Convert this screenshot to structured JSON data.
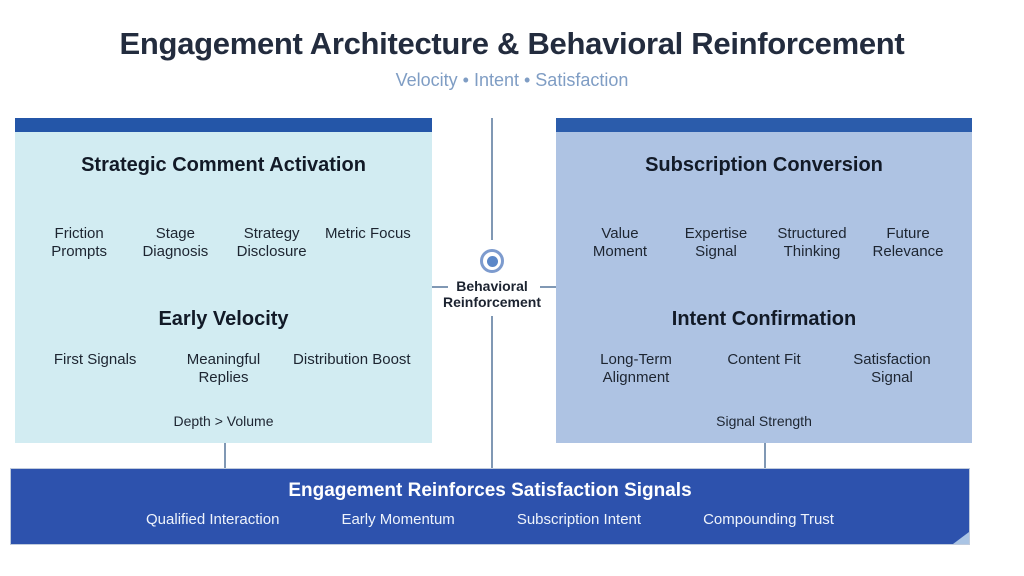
{
  "header": {
    "title": "Engagement Architecture & Behavioral Reinforcement",
    "subtitle": "Velocity • Intent • Satisfaction"
  },
  "left_panel": {
    "title": "Strategic Comment Activation",
    "row1": [
      "Friction Prompts",
      "Stage Diagnosis",
      "Strategy Disclosure",
      "Metric Focus"
    ],
    "subtitle": "Early Velocity",
    "row2": [
      "First Signals",
      "Meaningful Replies",
      "Distribution Boost"
    ],
    "footer": "Depth > Volume"
  },
  "center": {
    "label": "Behavioral Reinforcement"
  },
  "right_panel": {
    "title": "Subscription Conversion",
    "row1": [
      "Value Moment",
      "Expertise Signal",
      "Structured Thinking",
      "Future Relevance"
    ],
    "subtitle": "Intent Confirmation",
    "row2": [
      "Long-Term Alignment",
      "Content Fit",
      "Satisfaction Signal"
    ],
    "footer": "Signal Strength"
  },
  "bottom_bar": {
    "title": "Engagement Reinforces Satisfaction Signals",
    "items": [
      "Qualified Interaction",
      "Early Momentum",
      "Subscription Intent",
      "Compounding Trust"
    ]
  },
  "colors": {
    "title_text": "#232c3e",
    "subtitle_text": "#7f9dc4",
    "left_panel_bg": "#d2ecf2",
    "right_panel_bg": "#aec3e3",
    "left_panel_bar": "#2456a8",
    "right_panel_bar": "#2b5cab",
    "bottom_bar_bg": "#2d52ad",
    "connector": "#8098b4",
    "node_ring": "#7d9bce",
    "node_dot": "#5b87c8"
  }
}
